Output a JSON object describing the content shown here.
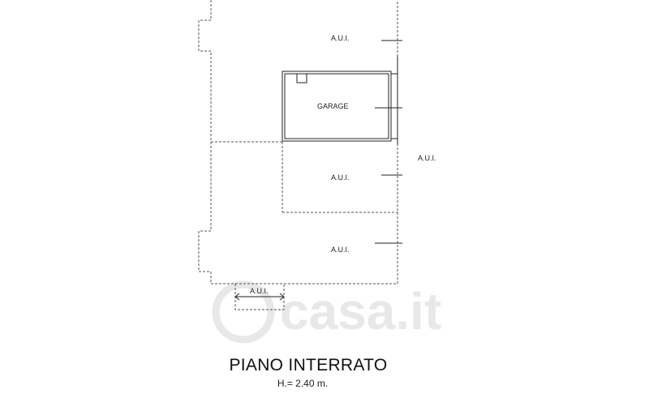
{
  "plan": {
    "labels": {
      "aui_top": "A.U.I.",
      "garage": "GARAGE",
      "aui_right": "A.U.I.",
      "aui_middle": "A.U.I.",
      "aui_bottom": "A.U.I.",
      "aui_small": "A.U.I."
    },
    "title": "PIANO INTERRATO",
    "height_note": "H.= 2.40 m."
  },
  "watermark": {
    "text": "casa.it"
  },
  "colors": {
    "line": "#555555",
    "wall": "#222222",
    "watermark": "#e8e8e8"
  }
}
